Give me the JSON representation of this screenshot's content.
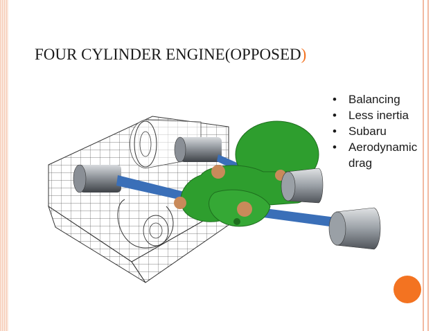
{
  "slide": {
    "title_main": "FOUR CYLINDER ENGINE(OPPOSED",
    "title_paren": ")",
    "bullets": [
      "Balancing",
      "Less inertia",
      "Subaru",
      "Aerodynamic drag"
    ],
    "bullet_glyph": "•"
  },
  "colors": {
    "accent": "#f37321",
    "border": "#f2b9a1",
    "crank_green": "#2e9e2e",
    "rod_blue": "#3a6fb8",
    "piston_gray": "#8a8f96"
  }
}
